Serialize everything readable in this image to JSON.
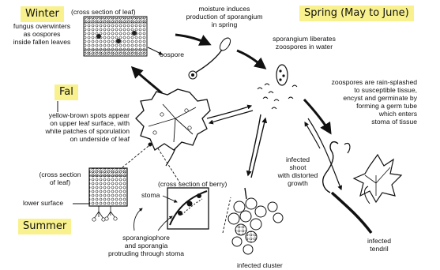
{
  "seasons": {
    "winter": "Winter",
    "spring": "Spring (May to June)",
    "fall": "Fal",
    "summer": "Summer"
  },
  "labels": {
    "cross_section_leaf_top": "(cross section of leaf)",
    "fungus_overwinters": [
      "fungus overwinters",
      "as oospores",
      "inside fallen leaves"
    ],
    "oospore": "oospore",
    "moisture_induces": [
      "moisture induces",
      "production of sporangium",
      "in spring"
    ],
    "sporangium_liberates": [
      "sporangium liberates",
      "zoospores in water"
    ],
    "zoospores_rain": [
      "zoospores are rain-splashed",
      "to susceptible tissue,",
      "encyst and germinate by",
      "forming a germ tube",
      "which enters",
      "stoma of tissue"
    ],
    "yellow_brown_spots": [
      "yellow-brown spots appear",
      "on upper leaf surface, with",
      "white patches of sporulation",
      "on underside of leaf"
    ],
    "infected_shoot": [
      "infected",
      "shoot",
      "with distorted",
      "growth"
    ],
    "cross_section_leaf_bottom": [
      "(cross section",
      "of leaf)"
    ],
    "cross_section_berry": "(cross section of berry)",
    "stoma": "stoma",
    "lower_surface": "lower surface",
    "sporangiophore": [
      "sporangiophore",
      "and sporangia",
      "protruding through stoma"
    ],
    "infected_tendril": [
      "infected",
      "tendril"
    ],
    "infected_cluster": "infected cluster"
  },
  "colors": {
    "season_bg": "#f8f18e",
    "ink": "#111111"
  }
}
